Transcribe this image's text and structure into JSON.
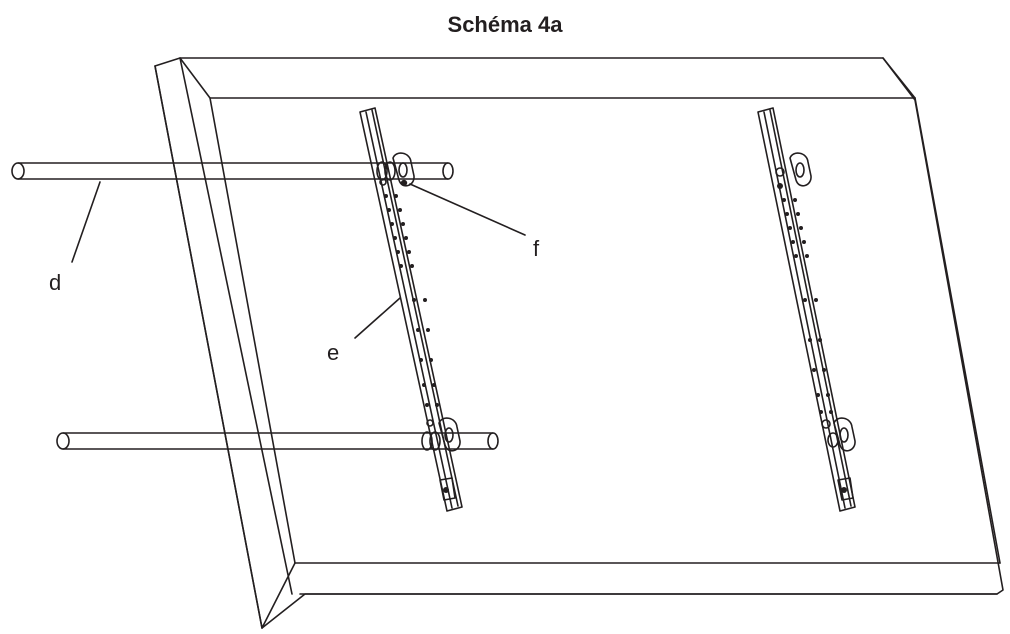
{
  "title": "Schéma 4a",
  "callouts": {
    "d": "d",
    "e": "e",
    "f": "f"
  },
  "colors": {
    "line": "#231f20",
    "background": "#ffffff"
  }
}
